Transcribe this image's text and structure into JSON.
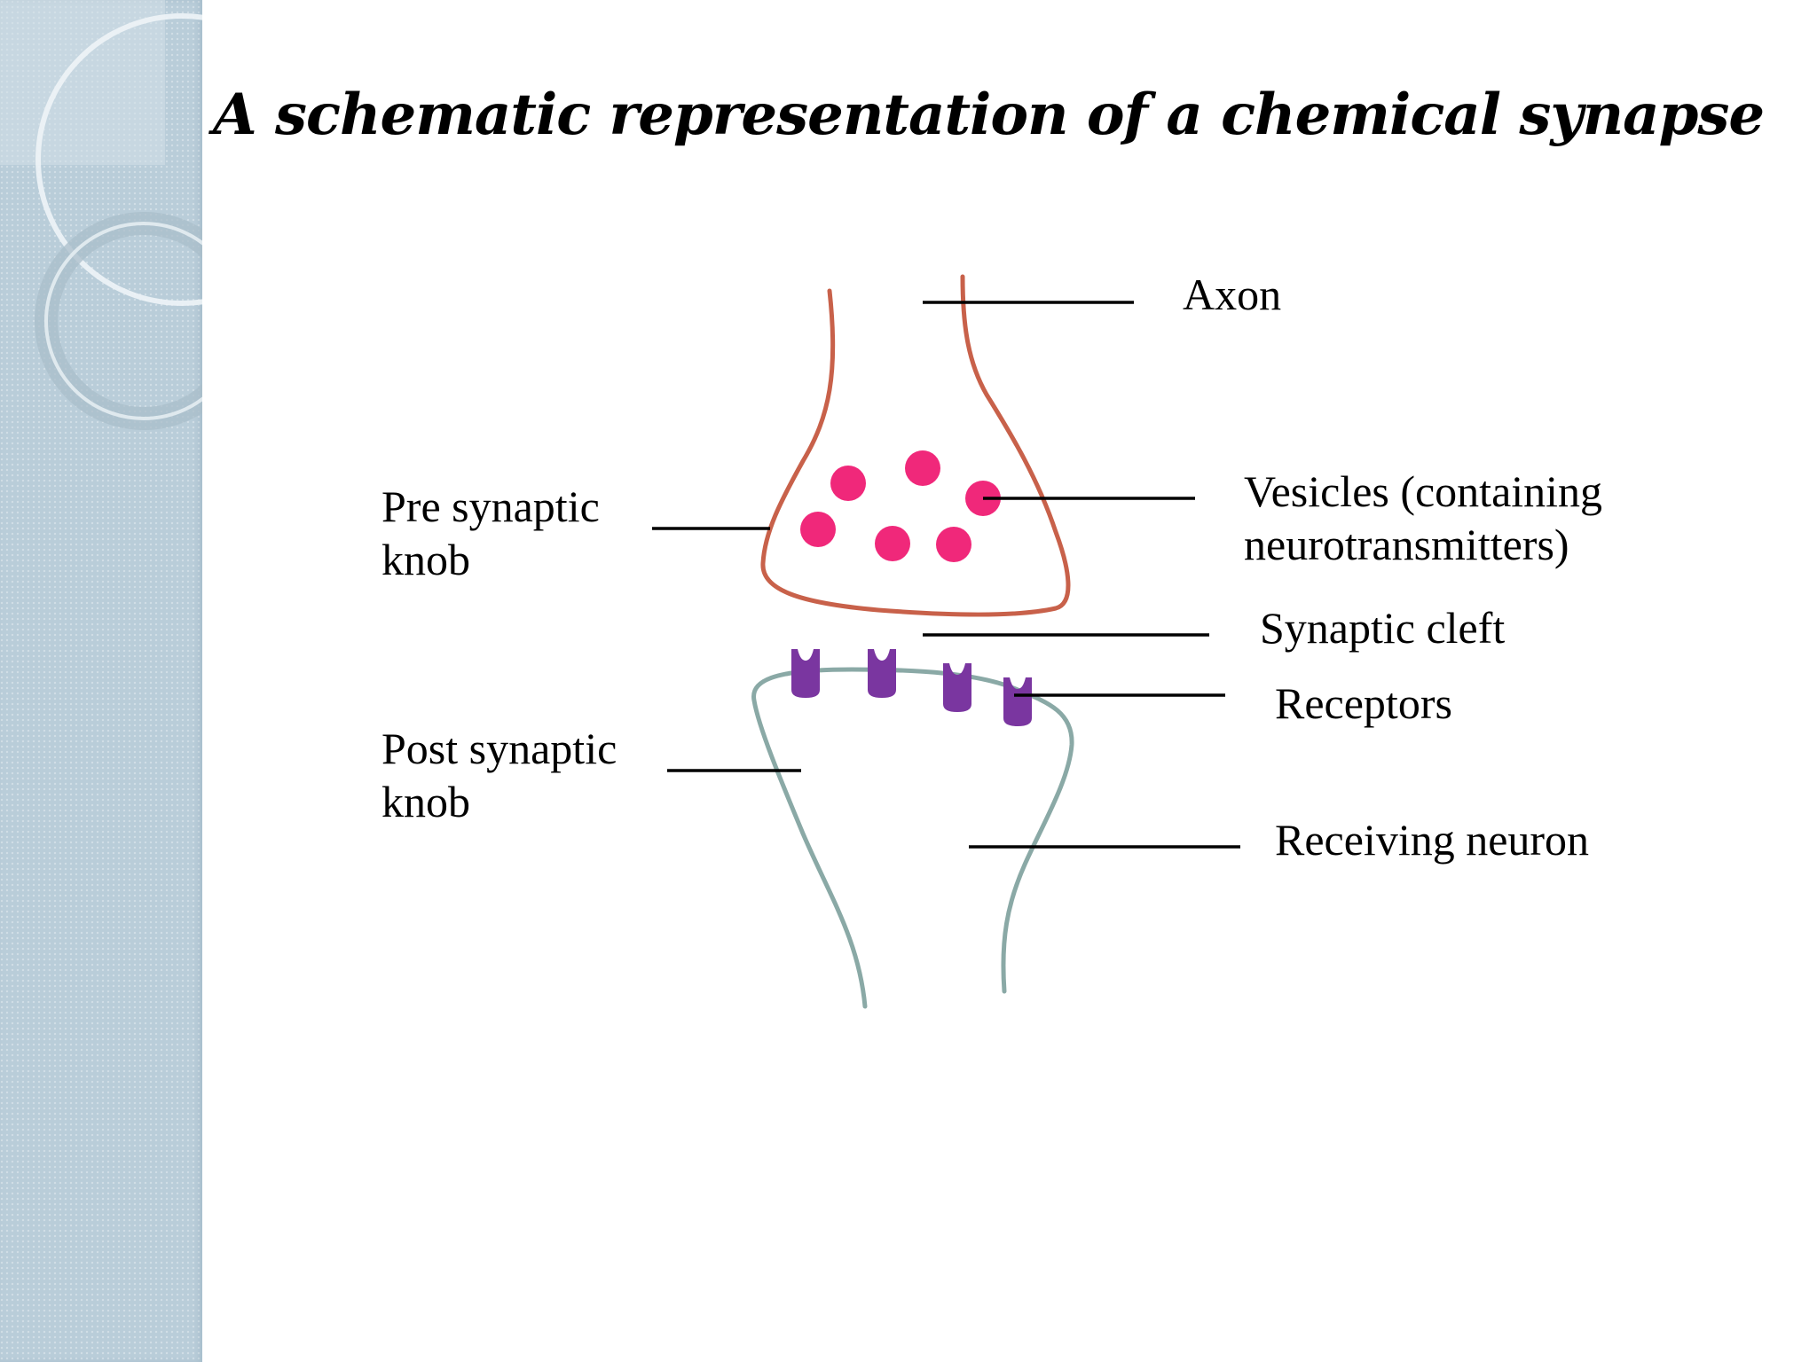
{
  "title": "A schematic representation of a chemical synapse",
  "colors": {
    "presynaptic_outline": "#c8614a",
    "vesicle": "#f0287a",
    "receptor": "#7a36a0",
    "postsynaptic_outline": "#8aa9a6",
    "side_band": "#b9cdd9"
  },
  "labels": {
    "axon": "Axon",
    "vesicles_line1": "Vesicles (containing",
    "vesicles_line2": "neurotransmitters)",
    "pre_synaptic_line1": "Pre synaptic",
    "pre_synaptic_line2": "knob",
    "synaptic_cleft": "Synaptic cleft",
    "receptors": "Receptors",
    "post_synaptic_line1": "Post synaptic",
    "post_synaptic_line2": "knob",
    "receiving_neuron": "Receiving neuron"
  }
}
